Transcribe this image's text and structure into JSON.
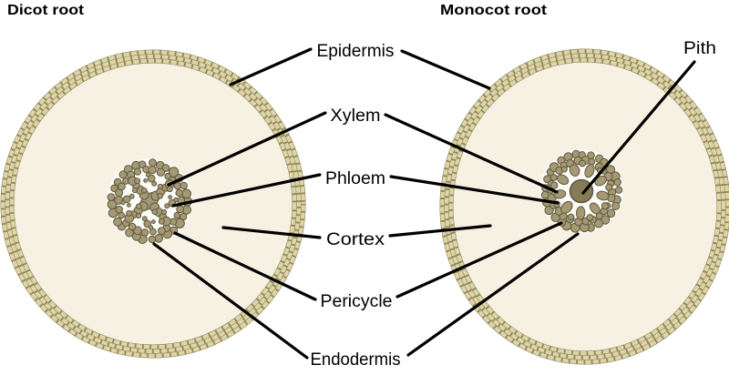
{
  "titles": {
    "left": "Dicot root",
    "right": "Monocot root"
  },
  "labels": {
    "epidermis": "Epidermis",
    "xylem": "Xylem",
    "phloem": "Phloem",
    "cortex": "Cortex",
    "pericycle": "Pericycle",
    "endodermis": "Endodermis",
    "pith": "Pith"
  },
  "colors": {
    "background": "#ffffff",
    "epidermis-cell": "#ded4a9",
    "cell-wall": "#8f8759",
    "cortex": "#f6f1e3",
    "stele-bg": "#fdfdf9",
    "stele-cell": "#a49972",
    "stele-cell-outline": "#5f5840",
    "pith": "#857b56",
    "leader-line": "#000000",
    "text": "#000000"
  }
}
